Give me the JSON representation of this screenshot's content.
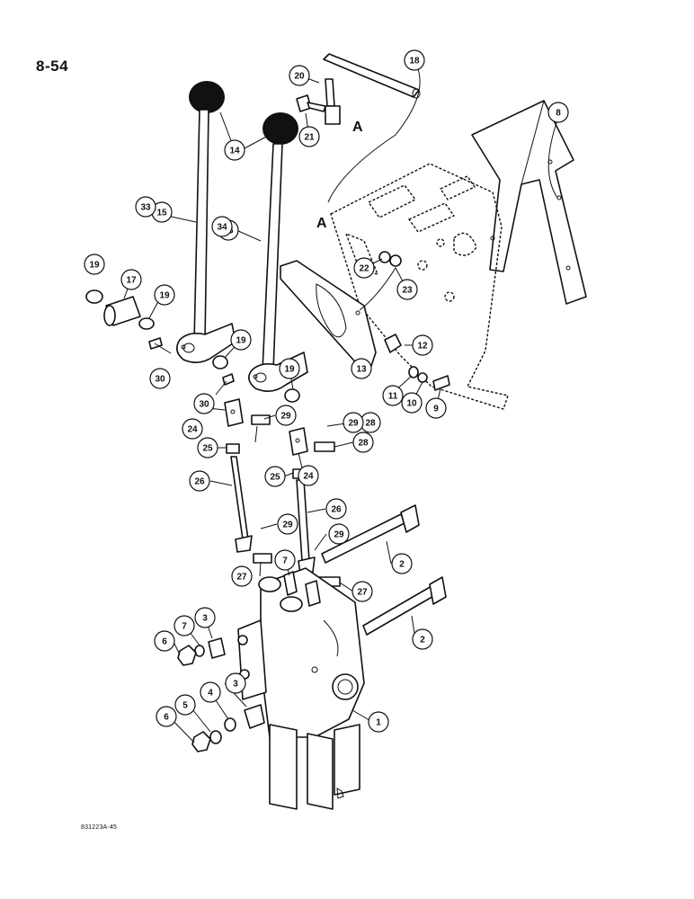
{
  "page": {
    "title": "8-54",
    "drawing_code": "831223A-45"
  },
  "reference_marks": [
    "A",
    "A"
  ],
  "callouts": [
    "1",
    "2",
    "2",
    "3",
    "3",
    "4",
    "5",
    "6",
    "6",
    "7",
    "7",
    "8",
    "9",
    "10",
    "11",
    "12",
    "13",
    "14",
    "15",
    "16",
    "17",
    "18",
    "19",
    "19",
    "19",
    "19",
    "20",
    "21",
    "22",
    "23",
    "24",
    "24",
    "25",
    "25",
    "26",
    "26",
    "27",
    "27",
    "28",
    "28",
    "29",
    "29",
    "29",
    "29",
    "30",
    "30",
    "33",
    "34"
  ]
}
